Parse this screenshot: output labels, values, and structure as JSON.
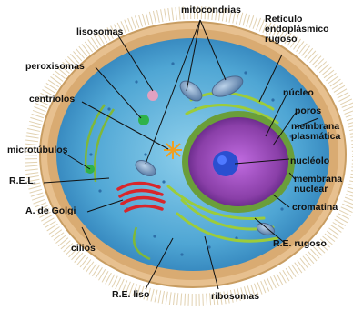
{
  "labels": {
    "mitocondrias": "mitocondrias",
    "lisosomas": "lisosomas",
    "reticulo_rugoso": "Retículo\nendoplásmico\nrugoso",
    "peroxisomas": "peroxisomas",
    "centriolos": "centriolos",
    "nucleo": "núcleo",
    "poros": "poros",
    "membrana_plasmatica": "membrana\nplasmática",
    "nucleolo": "nucléolo",
    "membrana_nuclear": "membrana\nnuclear",
    "microtubulos": "microtúbulos",
    "rel": "R.E.L.",
    "golgi": "A. de Golgi",
    "cromatina": "cromatina",
    "cilios": "cilios",
    "re_rugoso": "R.E. rugoso",
    "re_liso": "R.E. liso",
    "ribosomas": "ribosomas"
  },
  "colors": {
    "cytoplasm": "#5fb0d8",
    "membrane": "#e9c18c",
    "cilia": "#c9b48a",
    "nucleus": "#8a3fa8",
    "nucleolus": "#2a4fd0",
    "golgi": "#d8262b",
    "er": "#9ccc3a"
  }
}
